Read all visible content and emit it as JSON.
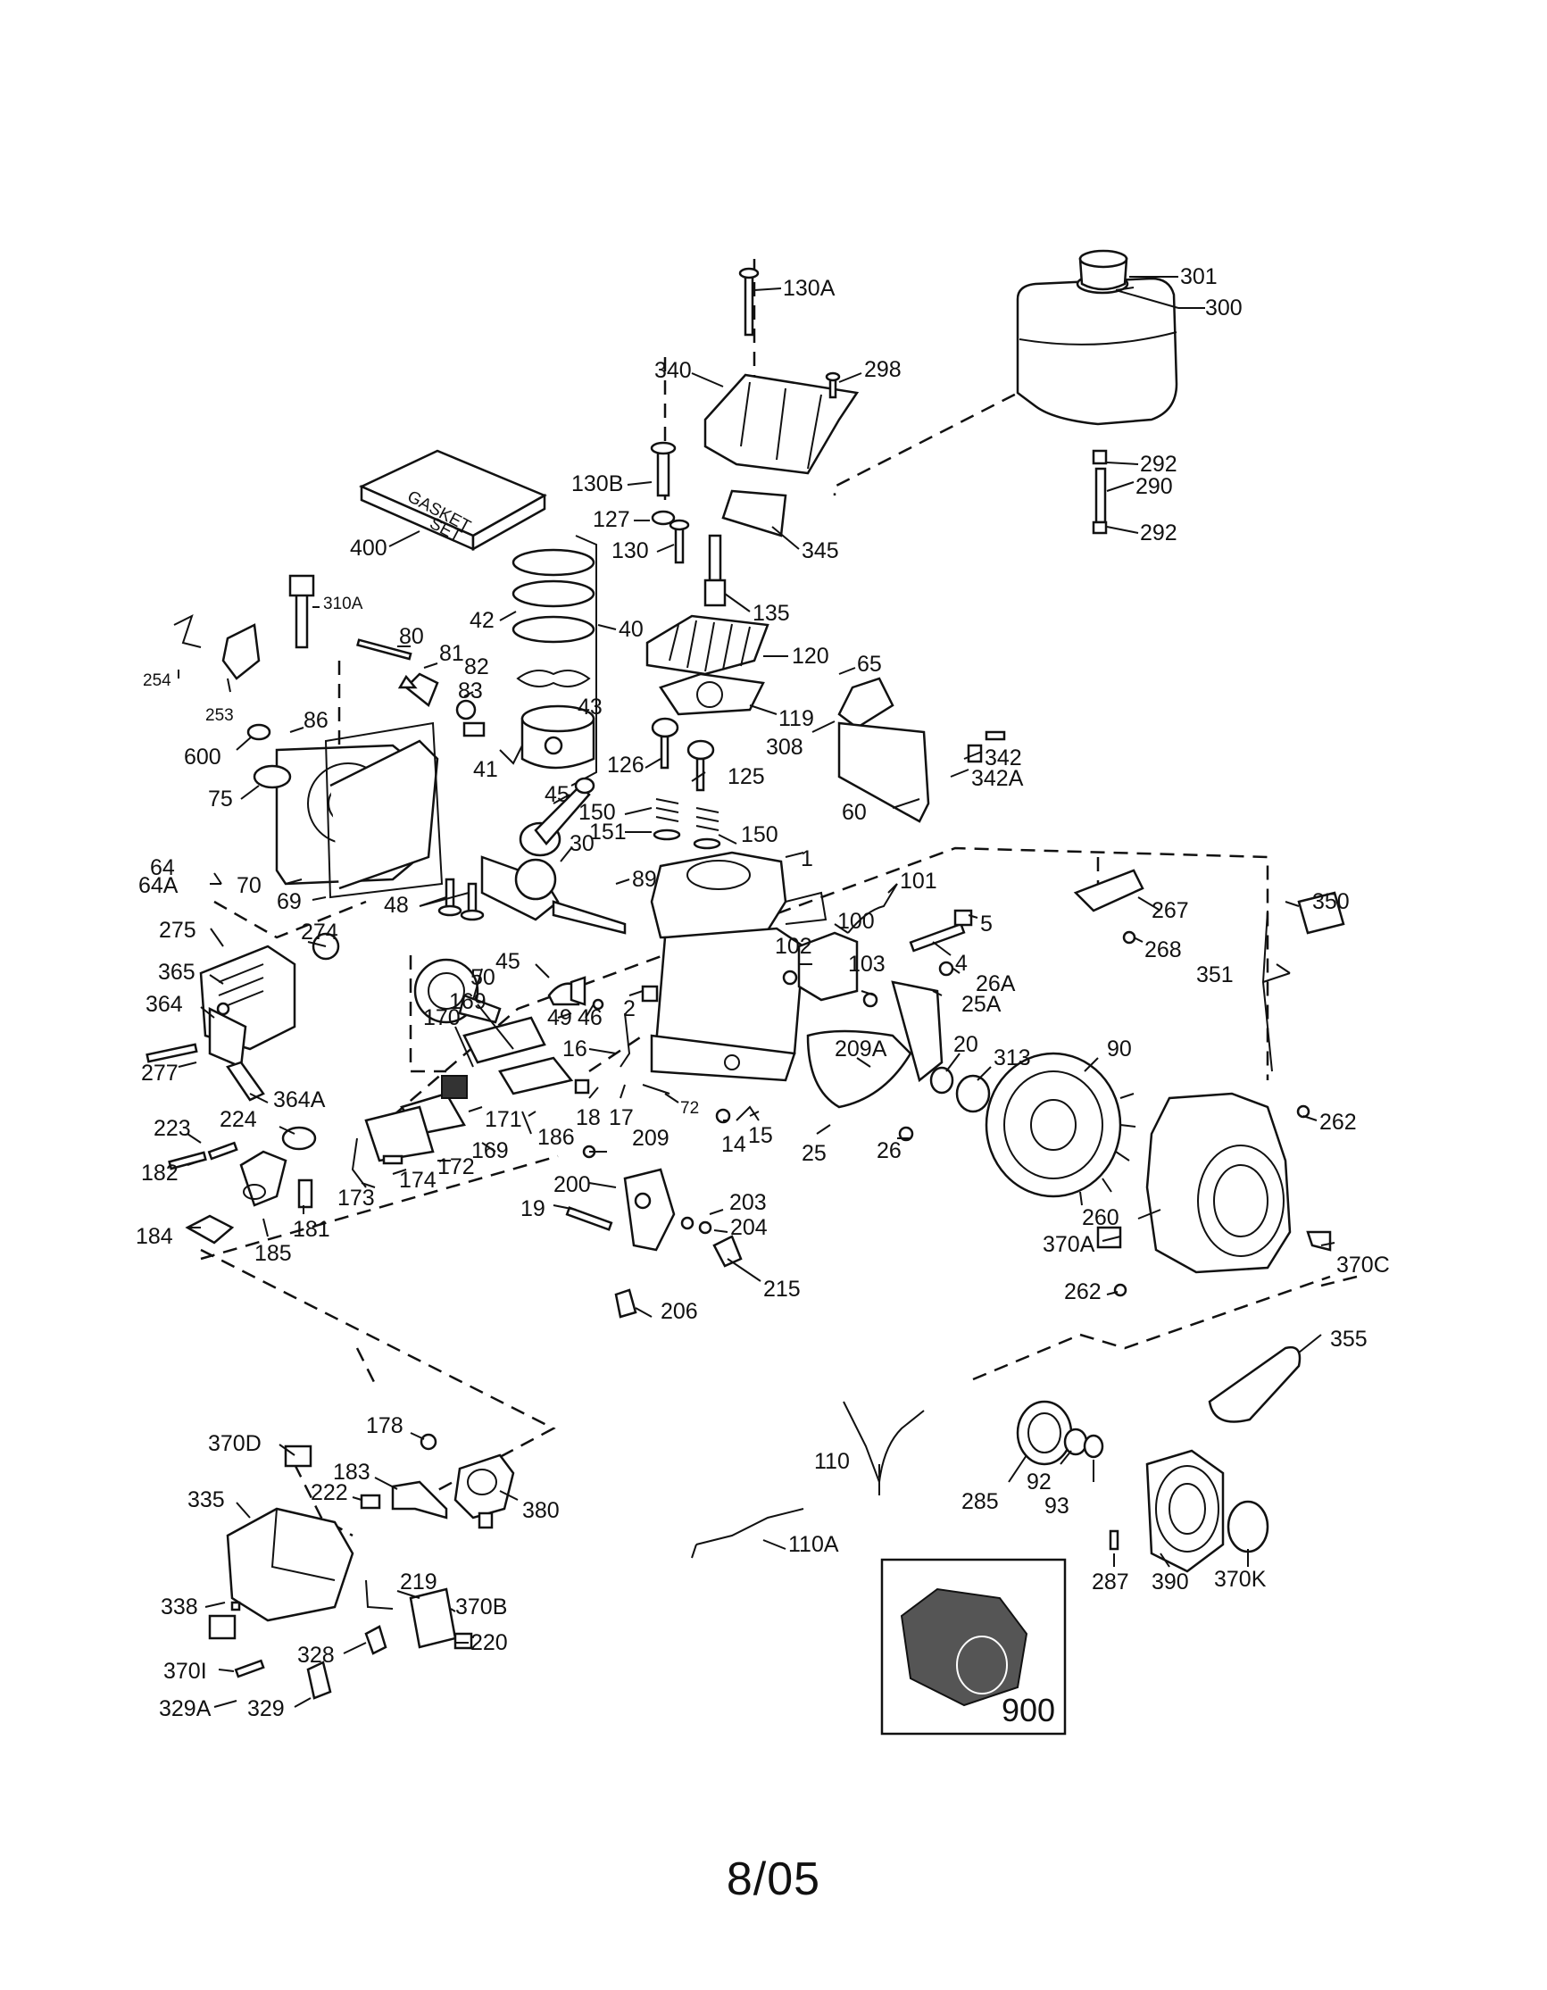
{
  "footer": {
    "date": "8/05"
  },
  "gasket_set_text": [
    "GASKET",
    "SET"
  ],
  "inset_label": "900",
  "labels": [
    {
      "id": "301",
      "text": "301"
    },
    {
      "id": "300",
      "text": "300"
    },
    {
      "id": "130A",
      "text": "130A"
    },
    {
      "id": "298",
      "text": "298"
    },
    {
      "id": "340",
      "text": "340"
    },
    {
      "id": "292a",
      "text": "292"
    },
    {
      "id": "290",
      "text": "290"
    },
    {
      "id": "292b",
      "text": "292"
    },
    {
      "id": "130B",
      "text": "130B"
    },
    {
      "id": "127",
      "text": "127"
    },
    {
      "id": "130",
      "text": "130"
    },
    {
      "id": "345",
      "text": "345"
    },
    {
      "id": "400",
      "text": "400"
    },
    {
      "id": "135",
      "text": "135"
    },
    {
      "id": "42",
      "text": "42"
    },
    {
      "id": "40",
      "text": "40"
    },
    {
      "id": "310A",
      "text": "310A"
    },
    {
      "id": "80",
      "text": "80"
    },
    {
      "id": "81",
      "text": "81"
    },
    {
      "id": "82",
      "text": "82"
    },
    {
      "id": "120",
      "text": "120"
    },
    {
      "id": "65",
      "text": "65"
    },
    {
      "id": "254",
      "text": "254"
    },
    {
      "id": "253",
      "text": "253"
    },
    {
      "id": "83",
      "text": "83"
    },
    {
      "id": "43",
      "text": "43"
    },
    {
      "id": "119",
      "text": "119"
    },
    {
      "id": "86",
      "text": "86"
    },
    {
      "id": "600",
      "text": "600"
    },
    {
      "id": "75",
      "text": "75"
    },
    {
      "id": "41",
      "text": "41"
    },
    {
      "id": "308",
      "text": "308"
    },
    {
      "id": "342",
      "text": "342"
    },
    {
      "id": "342A",
      "text": "342A"
    },
    {
      "id": "126",
      "text": "126"
    },
    {
      "id": "125",
      "text": "125"
    },
    {
      "id": "60",
      "text": "60"
    },
    {
      "id": "45a",
      "text": "45"
    },
    {
      "id": "150a",
      "text": "150"
    },
    {
      "id": "151",
      "text": "151"
    },
    {
      "id": "150b",
      "text": "150"
    },
    {
      "id": "30",
      "text": "30"
    },
    {
      "id": "64",
      "text": "64"
    },
    {
      "id": "64A",
      "text": "64A"
    },
    {
      "id": "1",
      "text": "1"
    },
    {
      "id": "70",
      "text": "70"
    },
    {
      "id": "69",
      "text": "69"
    },
    {
      "id": "48",
      "text": "48"
    },
    {
      "id": "89",
      "text": "89"
    },
    {
      "id": "101",
      "text": "101"
    },
    {
      "id": "267",
      "text": "267"
    },
    {
      "id": "350",
      "text": "350"
    },
    {
      "id": "100",
      "text": "100"
    },
    {
      "id": "5",
      "text": "5"
    },
    {
      "id": "275",
      "text": "275"
    },
    {
      "id": "274",
      "text": "274"
    },
    {
      "id": "45b",
      "text": "45"
    },
    {
      "id": "102",
      "text": "102"
    },
    {
      "id": "103",
      "text": "103"
    },
    {
      "id": "4",
      "text": "4"
    },
    {
      "id": "268",
      "text": "268"
    },
    {
      "id": "351",
      "text": "351"
    },
    {
      "id": "365",
      "text": "365"
    },
    {
      "id": "50",
      "text": "50"
    },
    {
      "id": "26A",
      "text": "26A"
    },
    {
      "id": "25A",
      "text": "25A"
    },
    {
      "id": "364",
      "text": "364"
    },
    {
      "id": "169a",
      "text": "169"
    },
    {
      "id": "170",
      "text": "170"
    },
    {
      "id": "49",
      "text": "49"
    },
    {
      "id": "46",
      "text": "46"
    },
    {
      "id": "2",
      "text": "2"
    },
    {
      "id": "16",
      "text": "16"
    },
    {
      "id": "209A",
      "text": "209A"
    },
    {
      "id": "20",
      "text": "20"
    },
    {
      "id": "313",
      "text": "313"
    },
    {
      "id": "90",
      "text": "90"
    },
    {
      "id": "277",
      "text": "277"
    },
    {
      "id": "364A",
      "text": "364A"
    },
    {
      "id": "18",
      "text": "18"
    },
    {
      "id": "17",
      "text": "17"
    },
    {
      "id": "72",
      "text": "72"
    },
    {
      "id": "171",
      "text": "171"
    },
    {
      "id": "186",
      "text": "186"
    },
    {
      "id": "223",
      "text": "223"
    },
    {
      "id": "224",
      "text": "224"
    },
    {
      "id": "14",
      "text": "14"
    },
    {
      "id": "15",
      "text": "15"
    },
    {
      "id": "262a",
      "text": "262"
    },
    {
      "id": "182",
      "text": "182"
    },
    {
      "id": "169b",
      "text": "169"
    },
    {
      "id": "209",
      "text": "209"
    },
    {
      "id": "25",
      "text": "25"
    },
    {
      "id": "26",
      "text": "26"
    },
    {
      "id": "174",
      "text": "174"
    },
    {
      "id": "172",
      "text": "172"
    },
    {
      "id": "173",
      "text": "173"
    },
    {
      "id": "200",
      "text": "200"
    },
    {
      "id": "181",
      "text": "181"
    },
    {
      "id": "203",
      "text": "203"
    },
    {
      "id": "19",
      "text": "19"
    },
    {
      "id": "204",
      "text": "204"
    },
    {
      "id": "260",
      "text": "260"
    },
    {
      "id": "184",
      "text": "184"
    },
    {
      "id": "185",
      "text": "185"
    },
    {
      "id": "370A",
      "text": "370A"
    },
    {
      "id": "370C",
      "text": "370C"
    },
    {
      "id": "215",
      "text": "215"
    },
    {
      "id": "262b",
      "text": "262"
    },
    {
      "id": "206",
      "text": "206"
    },
    {
      "id": "355",
      "text": "355"
    },
    {
      "id": "178",
      "text": "178"
    },
    {
      "id": "370D",
      "text": "370D"
    },
    {
      "id": "110",
      "text": "110"
    },
    {
      "id": "183",
      "text": "183"
    },
    {
      "id": "380",
      "text": "380"
    },
    {
      "id": "335",
      "text": "335"
    },
    {
      "id": "222",
      "text": "222"
    },
    {
      "id": "92",
      "text": "92"
    },
    {
      "id": "285",
      "text": "285"
    },
    {
      "id": "93",
      "text": "93"
    },
    {
      "id": "110A",
      "text": "110A"
    },
    {
      "id": "219",
      "text": "219"
    },
    {
      "id": "287",
      "text": "287"
    },
    {
      "id": "390",
      "text": "390"
    },
    {
      "id": "370K",
      "text": "370K"
    },
    {
      "id": "338",
      "text": "338"
    },
    {
      "id": "370B",
      "text": "370B"
    },
    {
      "id": "220",
      "text": "220"
    },
    {
      "id": "328",
      "text": "328"
    },
    {
      "id": "370I",
      "text": "370I"
    },
    {
      "id": "329A",
      "text": "329A"
    },
    {
      "id": "329",
      "text": "329"
    }
  ]
}
